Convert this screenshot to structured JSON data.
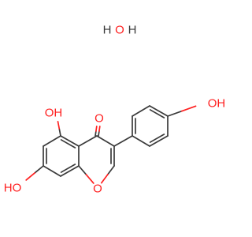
{
  "molecule": {
    "labels": {
      "water_h1": "H",
      "water_o": "O",
      "water_h2": "H",
      "oh_5": "OH",
      "carbonyl_o": "O",
      "oh_4prime": "OH",
      "ho_7": "HO",
      "ring_o": "O"
    }
  },
  "colors": {
    "bond": "#3a3a3a",
    "oxygen": "#ff2020",
    "hydrogen": "#3a3a3a"
  }
}
